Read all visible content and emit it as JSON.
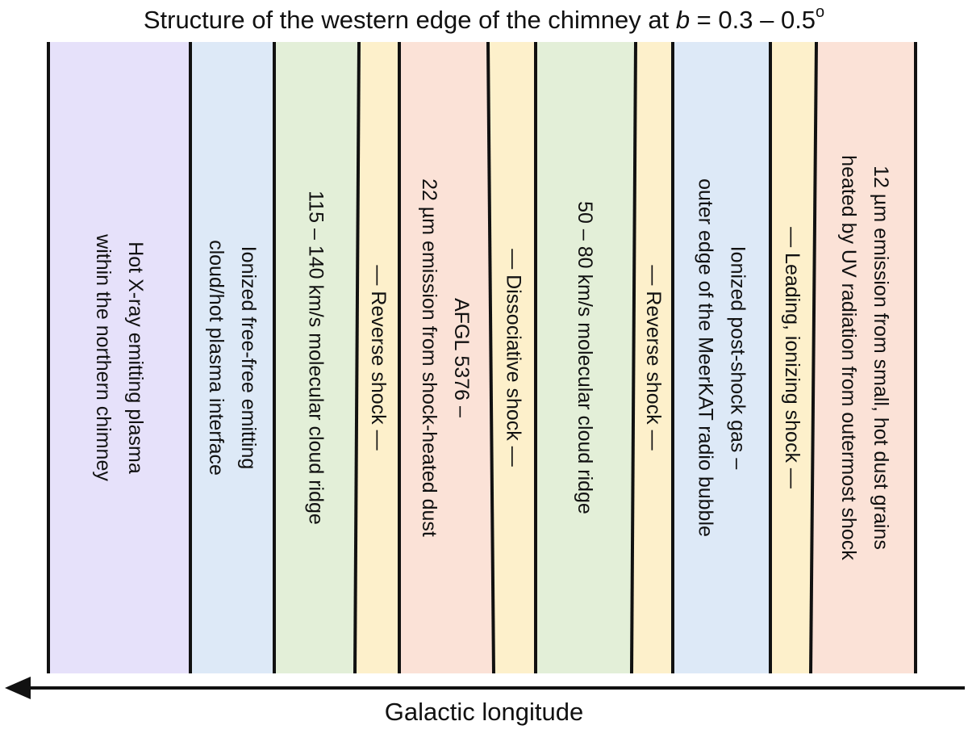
{
  "title": {
    "prefix": "Structure of the western edge of the chimney at ",
    "variable": "b",
    "suffix": " = 0.3 – 0.5",
    "superscript": "o"
  },
  "x_axis": {
    "label": "Galactic longitude",
    "arrow_direction": "left"
  },
  "bands": [
    {
      "id": "xray-plasma",
      "color": "#e6e1fa",
      "lines": [
        "Hot X-ray emitting plasma",
        "within the northern chimney"
      ]
    },
    {
      "id": "ionized-free-free",
      "color": "#dde9f7",
      "lines": [
        "Ionized free-free emitting",
        "cloud/hot plasma interface"
      ]
    },
    {
      "id": "molecular-ridge-fast",
      "color": "#e3efd8",
      "lines": [
        "115 – 140 km/s molecular cloud ridge"
      ]
    },
    {
      "id": "reverse-shock-1",
      "color": "#fdf0cb",
      "lines": [
        "— Reverse shock —"
      ]
    },
    {
      "id": "afgl-5376",
      "color": "#fbe2d7",
      "lines": [
        "AFGL 5376 –",
        "22 µm emission from shock-heated dust"
      ]
    },
    {
      "id": "dissociative-shock",
      "color": "#fdf0cb",
      "lines": [
        "— Dissociative shock —"
      ]
    },
    {
      "id": "molecular-ridge-slow",
      "color": "#e3efd8",
      "lines": [
        "50 – 80 km/s molecular cloud ridge"
      ]
    },
    {
      "id": "reverse-shock-2",
      "color": "#fdf0cb",
      "lines": [
        "— Reverse shock —"
      ]
    },
    {
      "id": "meerkat-bubble",
      "color": "#dde9f7",
      "lines": [
        "Ionized post-shock gas –",
        "outer edge of the MeerKAT radio bubble"
      ]
    },
    {
      "id": "leading-shock",
      "color": "#fdf0cb",
      "lines": [
        "— Leading, ionizing shock —"
      ]
    },
    {
      "id": "hot-dust-grains",
      "color": "#fbe2d7",
      "lines": [
        "12 µm emission from small, hot dust grains",
        "heated by UV radiation from outermost  shock"
      ]
    }
  ]
}
